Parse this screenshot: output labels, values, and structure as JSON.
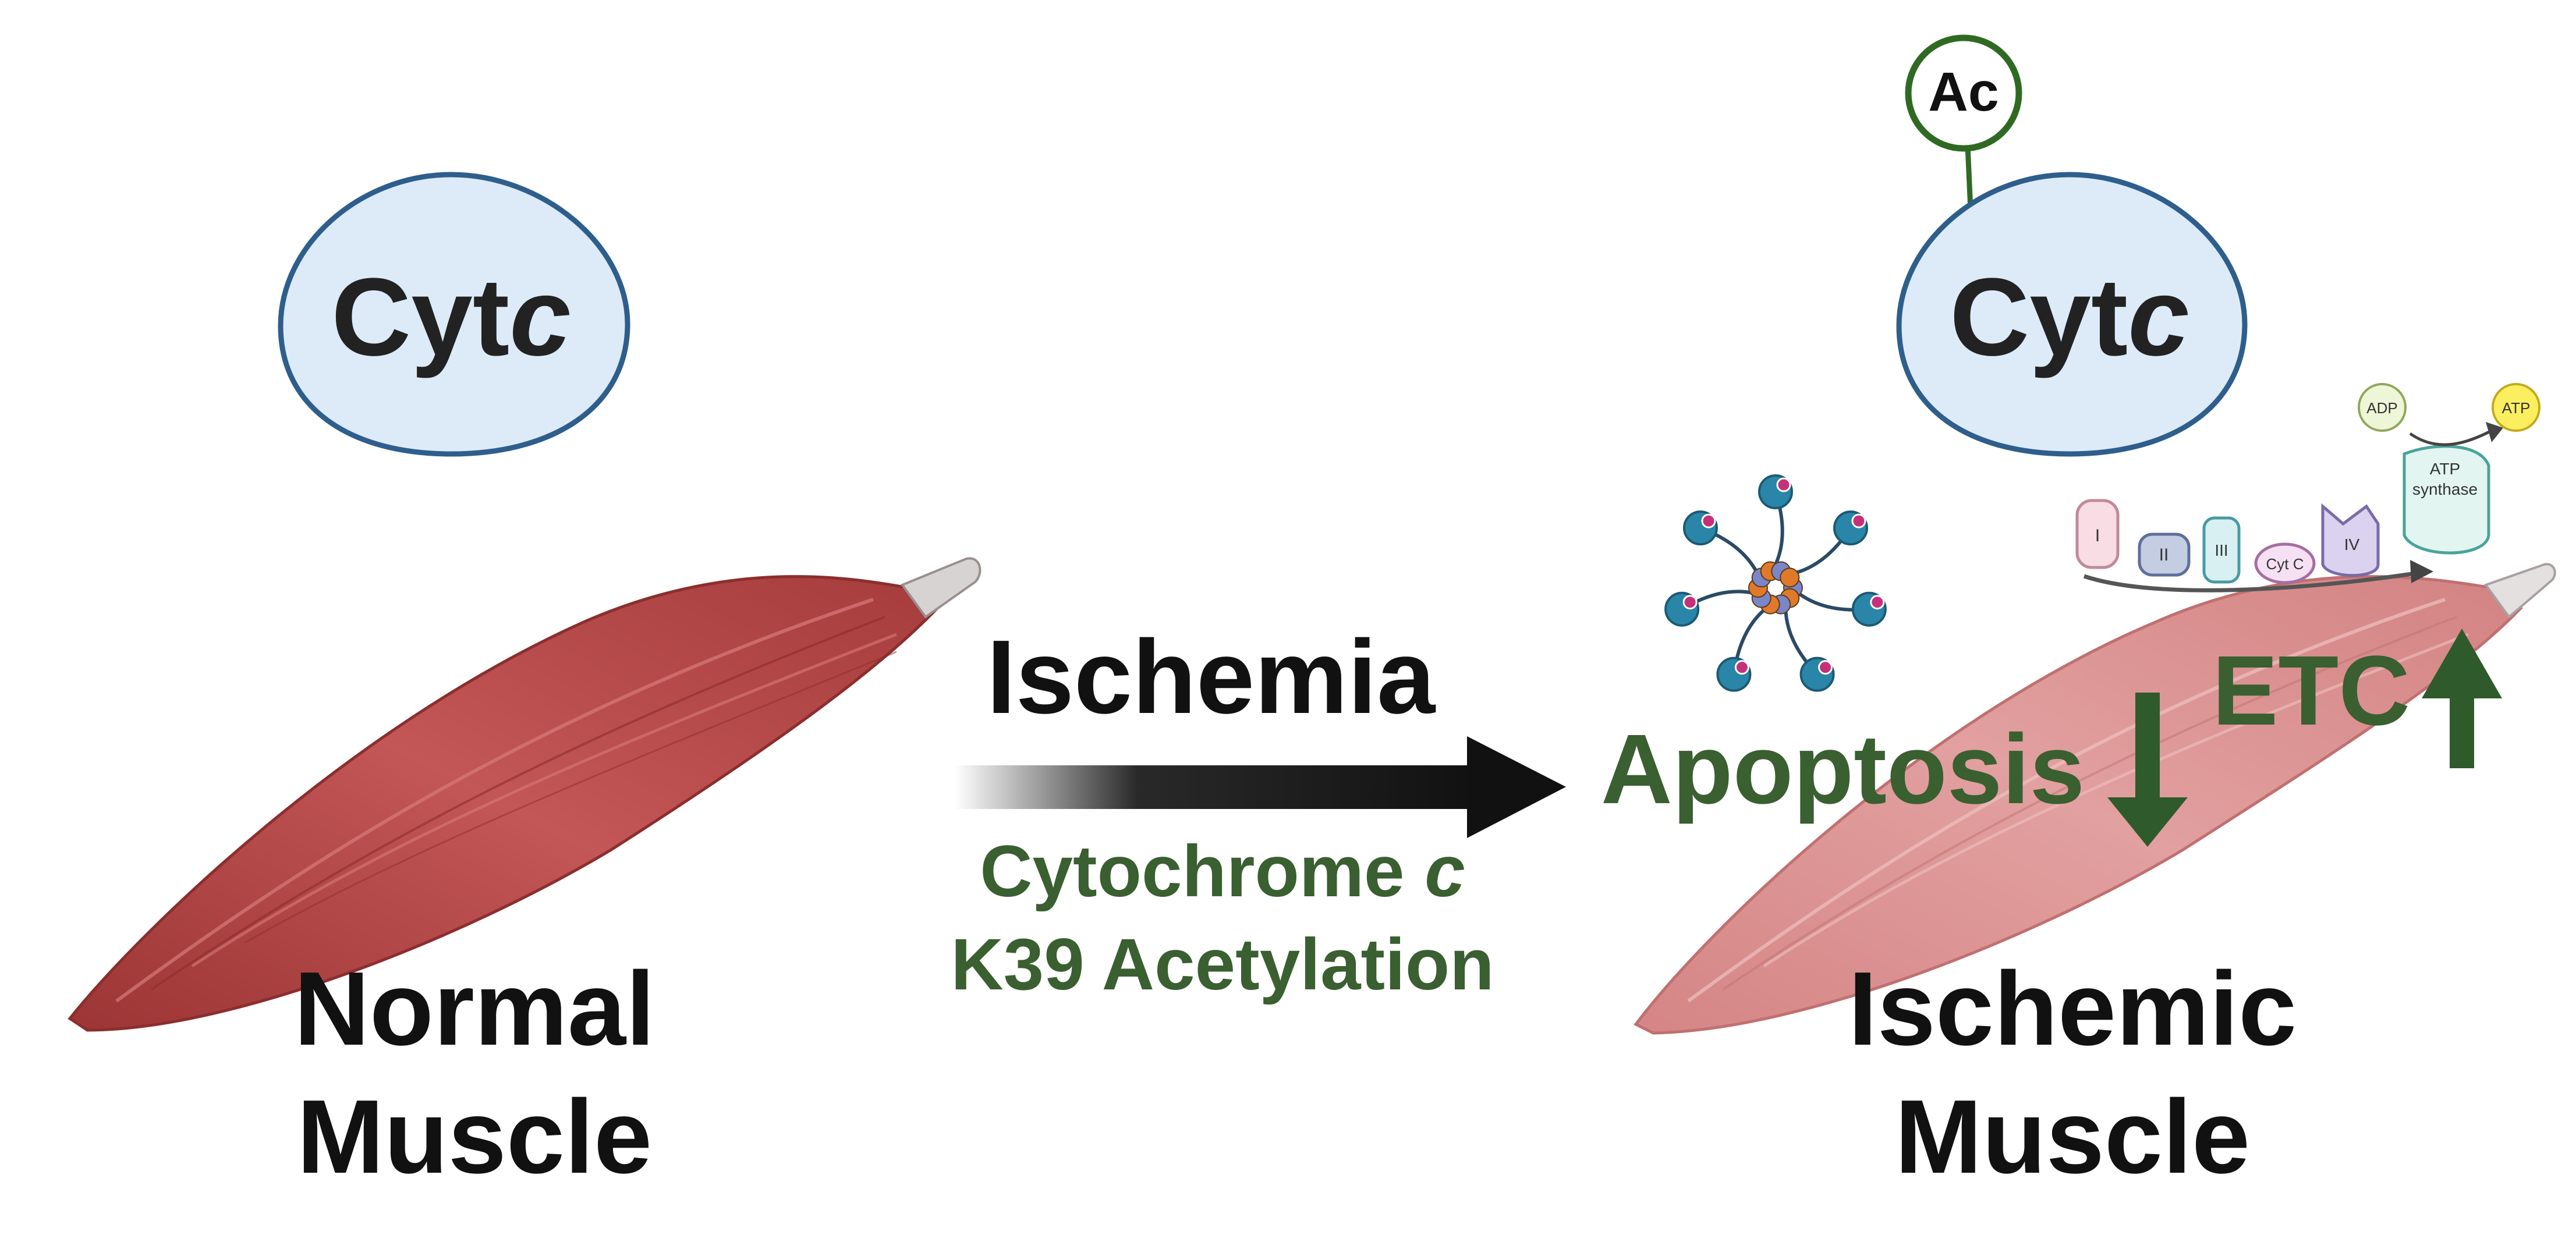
{
  "colors": {
    "green": "#3a5f30",
    "dark_green_arrow": "#2f5a2c",
    "bubble_fill": "#ddebf8",
    "bubble_stroke": "#2e5e8c",
    "muscle_normal": "#b94848",
    "muscle_ischemic": "#d98c8c",
    "black": "#111111"
  },
  "left": {
    "bubble": {
      "prefix": "Cyt",
      "italic": "c"
    },
    "label_line1": "Normal",
    "label_line2": "Muscle"
  },
  "middle": {
    "title": "Ischemia",
    "sub_line1_prefix": "Cytochrome ",
    "sub_line1_italic": "c",
    "sub_line2": "K39 Acetylation"
  },
  "right": {
    "acetyl_tag": "Ac",
    "bubble": {
      "prefix": "Cyt",
      "italic": "c"
    },
    "apoptosis": "Apoptosis",
    "etc": "ETC",
    "label_line1": "Ischemic",
    "label_line2": "Muscle",
    "complexes": [
      "I",
      "II",
      "III",
      "Cyt C",
      "IV"
    ],
    "atp_synthase_line1": "ATP",
    "atp_synthase_line2": "synthase",
    "adp": "ADP",
    "atp": "ATP"
  },
  "icons": {
    "apoptosome": "apoptosome-icon",
    "muscle_normal": "normal-muscle-icon",
    "muscle_ischemic": "ischemic-muscle-icon",
    "down_arrow": "down-arrow-icon",
    "up_arrow": "up-arrow-icon",
    "process_arrow": "right-arrow-icon"
  }
}
